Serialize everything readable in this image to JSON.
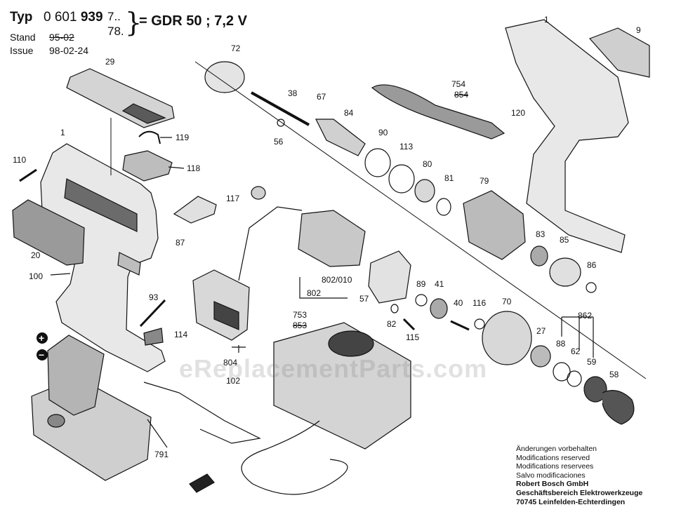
{
  "header": {
    "typ_label": "Typ",
    "typ_number_prefix": "0 601",
    "typ_number_bold": "939",
    "typ_suffix_line1": "7..",
    "typ_suffix_line2": "78.",
    "model": "= GDR 50 ; 7,2 V",
    "stand_label": "Stand",
    "stand_value": "95-02",
    "issue_label": "Issue",
    "issue_value": "98-02-24"
  },
  "notes": {
    "lines": [
      "Änderungen vorbehalten",
      "Modifications reserved",
      "Modifications reservees",
      "Salvo modificaciones"
    ],
    "company": "Robert Bosch GmbH",
    "division": "Geschäftsbereich Elektrowerkzeuge",
    "address": "70745 Leinfelden-Echterdingen"
  },
  "watermark": "eReplacementParts.com",
  "parts": {
    "p1a": "1",
    "p1b": "1",
    "p9": "9",
    "p20": "20",
    "p27": "27",
    "p29": "29",
    "p38": "38",
    "p40": "40",
    "p41": "41",
    "p56": "56",
    "p57": "57",
    "p58": "58",
    "p59": "59",
    "p62": "62",
    "p67": "67",
    "p70": "70",
    "p72": "72",
    "p79": "79",
    "p80": "80",
    "p81": "81",
    "p82": "82",
    "p83": "83",
    "p84": "84",
    "p85": "85",
    "p86": "86",
    "p87": "87",
    "p88": "88",
    "p89": "89",
    "p90": "90",
    "p93": "93",
    "p100": "100",
    "p102": "102",
    "p110": "110",
    "p113": "113",
    "p114": "114",
    "p115": "115",
    "p116": "116",
    "p117": "117",
    "p118": "118",
    "p119": "119",
    "p120": "120",
    "p753": "753",
    "p754": "754",
    "p791": "791",
    "p802": "802",
    "p802010": "802/010",
    "p804": "804",
    "p853": "853",
    "p854": "854",
    "p862": "862",
    "plus": "+",
    "minus": "−"
  }
}
